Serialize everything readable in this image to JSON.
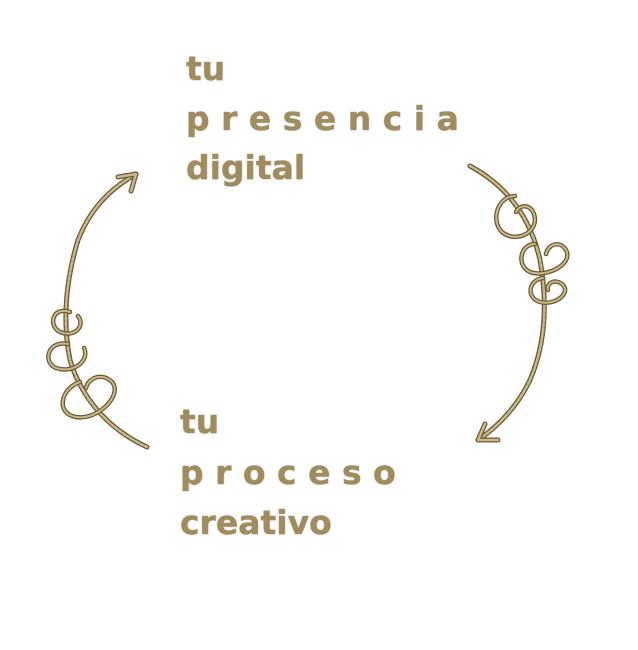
{
  "top_phrase": {
    "line1": "tu",
    "line2": "p r e s e n c i a",
    "line3": "digital"
  },
  "bottom_phrase": {
    "line1": "tu",
    "line2": "p r o c e s o",
    "line3": "creativo"
  },
  "colors": {
    "text": "#a08c5e",
    "stroke_dark": "#6b5a34",
    "stroke_light": "#c9b98c",
    "background": "#ffffff"
  },
  "icons": {
    "left": "looped-arrow-up-icon",
    "right": "looped-arrow-down-icon"
  }
}
